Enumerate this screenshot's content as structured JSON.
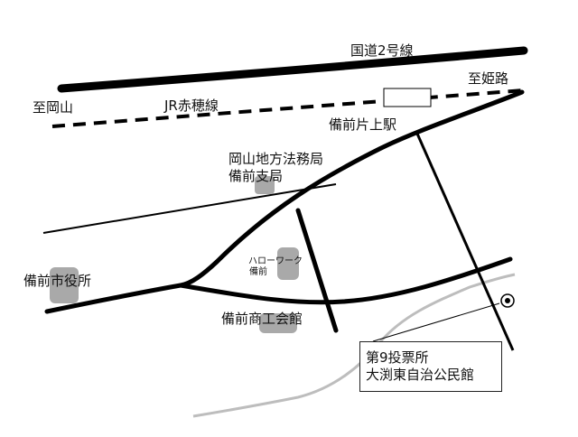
{
  "labels": {
    "route2": "国道2号線",
    "to_okayama": "至岡山",
    "to_himeji": "至姫路",
    "jr_line": "JR赤穂線",
    "station": "備前片上駅",
    "legal_bureau_line1": "岡山地方法務局",
    "legal_bureau_line2": "備前支局",
    "hello_work_line1": "ハローワーク",
    "hello_work_line2": "備前",
    "city_hall": "備前市役所",
    "chamber": "備前商工会館"
  },
  "polling_station": {
    "line1": "第9投票所",
    "line2": "大渕東自治公民館"
  },
  "colors": {
    "road": "#000000",
    "river": "#bdbdbd",
    "landmark_fill": "#a9a9a9",
    "station_fill": "#ffffff"
  },
  "icons": {
    "polling_marker": "double-circle-icon"
  }
}
